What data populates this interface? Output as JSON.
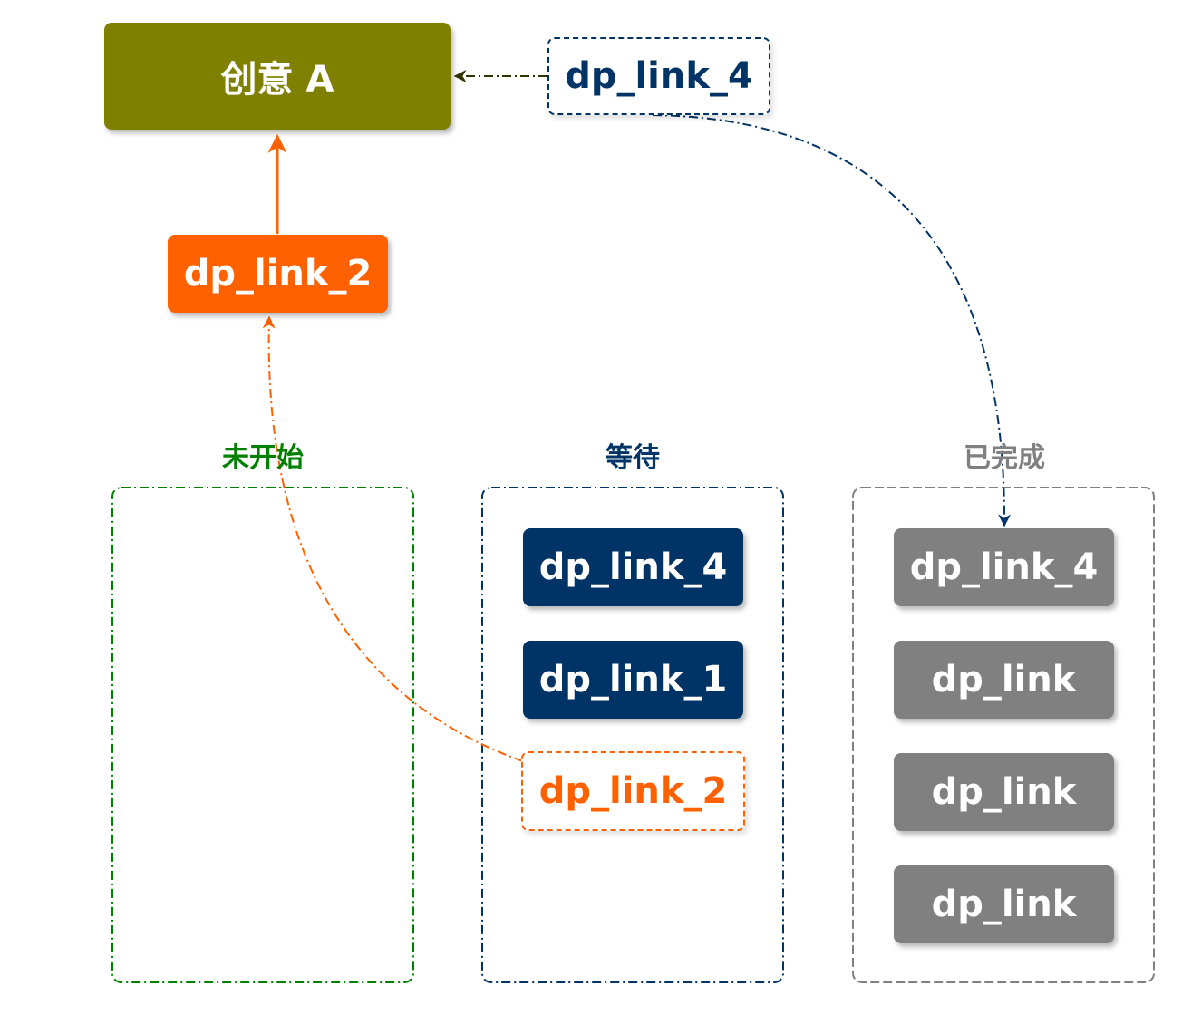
{
  "nodes": {
    "idea": "创意 A",
    "top_link4": "dp_link_4",
    "mid_link2": "dp_link_2"
  },
  "columns": {
    "not_started": {
      "title": "未开始",
      "color": "#008000"
    },
    "waiting": {
      "title": "等待",
      "color": "#003366",
      "items": [
        "dp_link_4",
        "dp_link_1",
        "dp_link_2"
      ]
    },
    "done": {
      "title": "已完成",
      "color": "#808080",
      "items": [
        "dp_link_4",
        "dp_link",
        "dp_link",
        "dp_link"
      ]
    }
  },
  "colors": {
    "olive": "#808000",
    "orange": "#ff6000",
    "navy": "#003366",
    "gray": "#808080",
    "green": "#008000"
  }
}
